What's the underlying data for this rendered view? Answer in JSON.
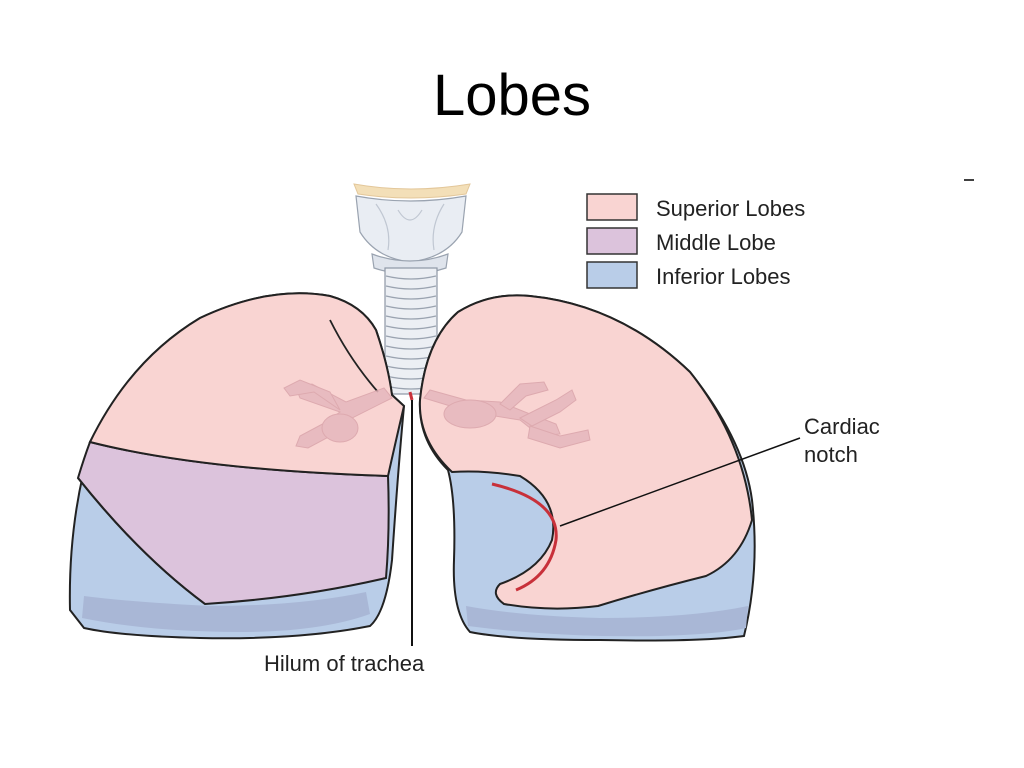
{
  "title": "Lobes",
  "legend": [
    {
      "label": "Superior Lobes",
      "color": "#f9d4d2"
    },
    {
      "label": "Middle Lobe",
      "color": "#dcc3dc"
    },
    {
      "label": "Inferior Lobes",
      "color": "#b9cde8"
    }
  ],
  "labels": {
    "cardiac_line1": "Cardiac",
    "cardiac_line2": "notch",
    "hilum": "Hilum of trachea"
  },
  "colors": {
    "superior": "#f9d4d2",
    "middle": "#dcc3dc",
    "inferior": "#b9cde8",
    "inferior_shadow": "#a9b7d6",
    "outline": "#222222",
    "notch": "#c8303a",
    "bronchi": "#e6b7bd",
    "trachea": "#eceff4"
  }
}
